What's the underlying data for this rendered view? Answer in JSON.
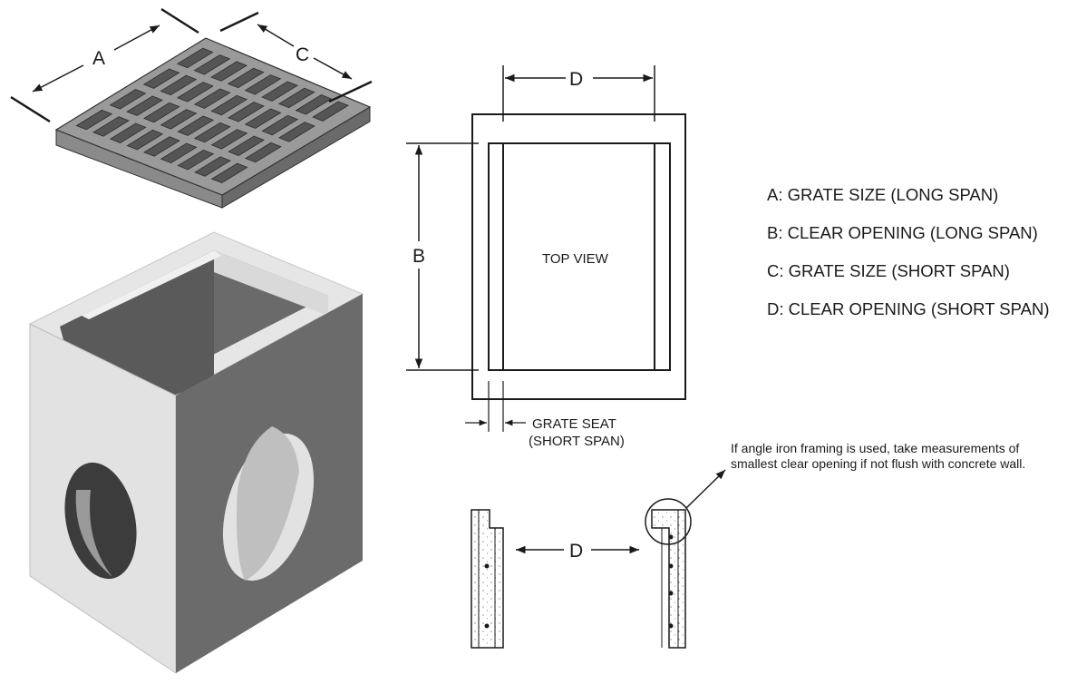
{
  "labels": {
    "a": "A",
    "b": "B",
    "c": "C",
    "d_top": "D",
    "d_section": "D",
    "top_view": "TOP VIEW",
    "grate_seat_1": "GRATE SEAT",
    "grate_seat_2": "(SHORT SPAN)"
  },
  "legend": [
    "A: GRATE SIZE (LONG SPAN)",
    "B: CLEAR OPENING (LONG SPAN)",
    "C: GRATE SIZE (SHORT SPAN)",
    "D: CLEAR OPENING (SHORT SPAN)"
  ],
  "note": "If angle iron framing is used, take measurements of smallest clear opening if not flush  with concrete wall.",
  "colors": {
    "line": "#1a1a1a",
    "grate": "#8c8c8c",
    "box_light": "#e4e4e4",
    "box_dark": "#6b6b6b",
    "box_mid": "#9a9a9a"
  }
}
